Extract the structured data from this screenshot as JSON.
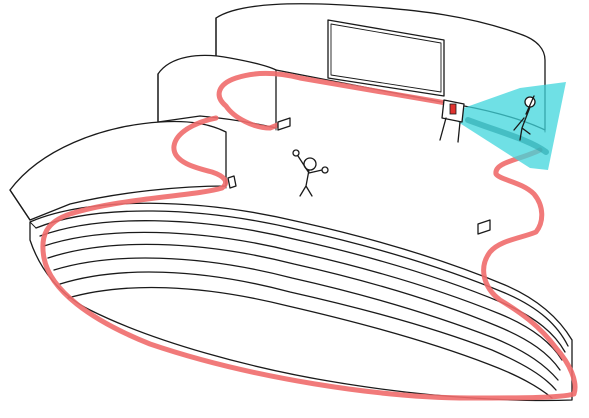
{
  "diagram": {
    "colors": {
      "background": "#ffffff",
      "ink": "#1a1a1a",
      "path": "#ef6b6b",
      "cone": "#3fd6dc",
      "cone_dark": "#2aa7ad"
    },
    "elements": [
      "back-wall",
      "projection-screen",
      "left-wall-panels",
      "tiered-seating",
      "walking-path",
      "presenter-figure",
      "projector-stand",
      "projection-cone",
      "projected-figure",
      "wall-mounted-devices"
    ]
  }
}
